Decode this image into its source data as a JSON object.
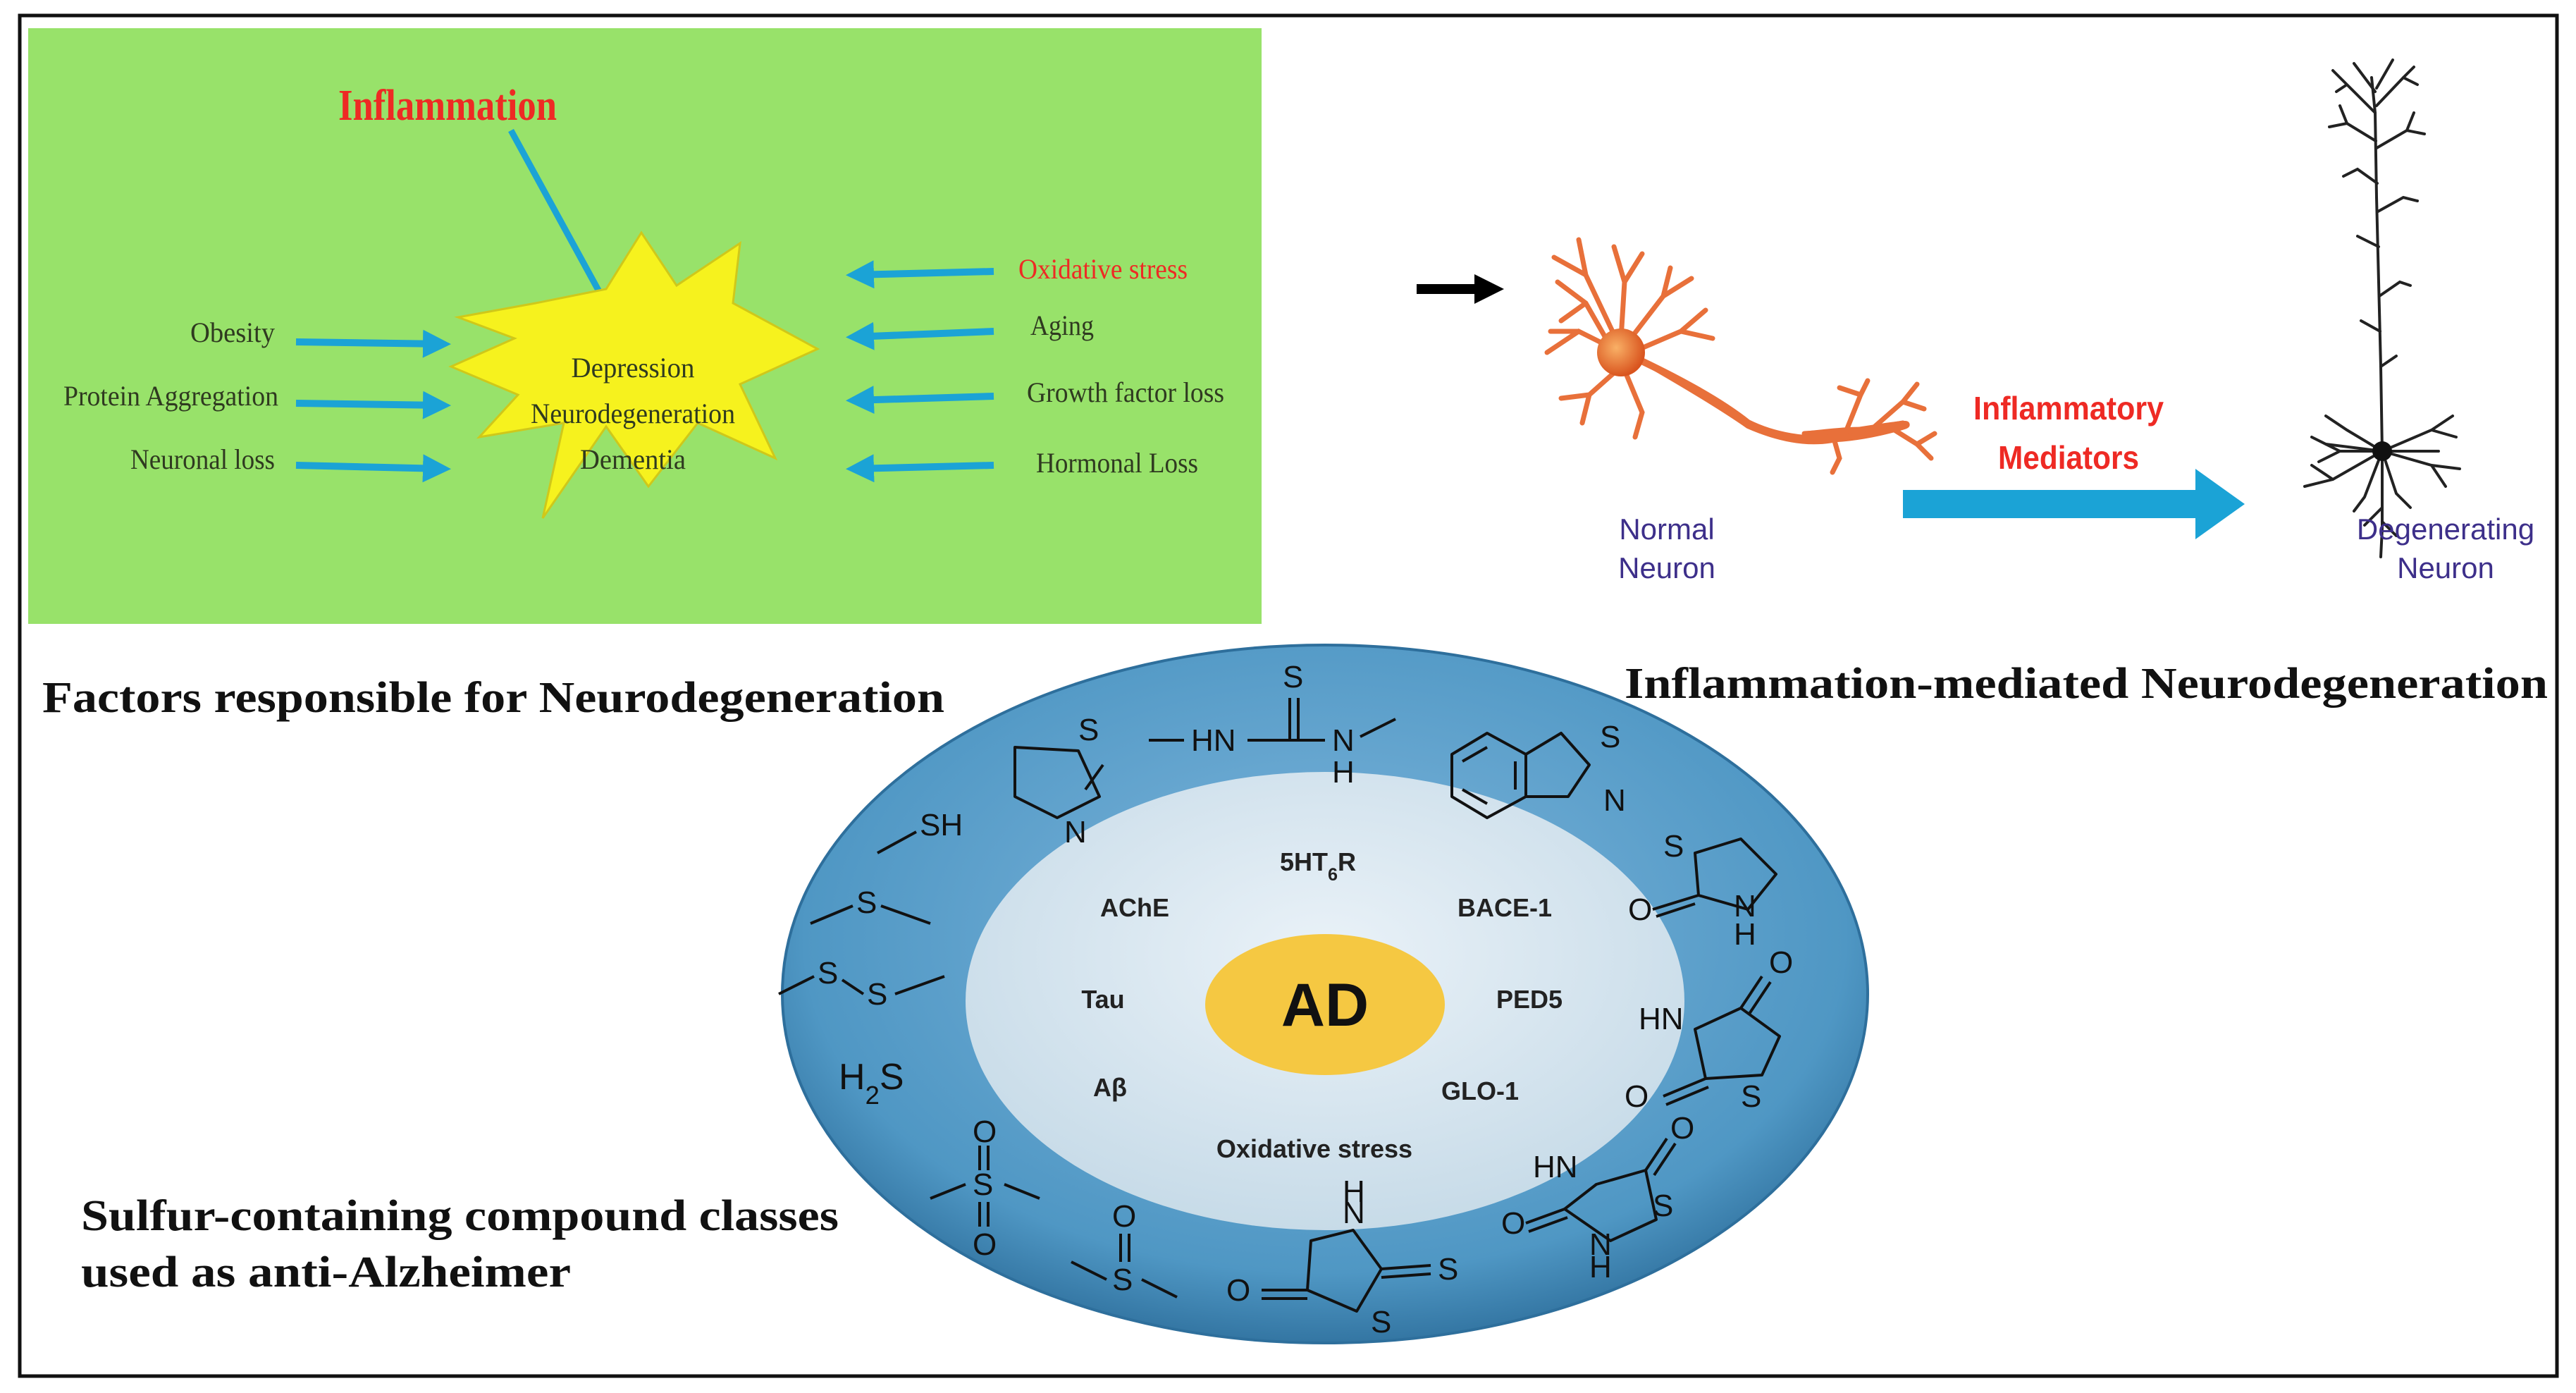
{
  "factors_panel": {
    "caption": "Factors responsible for Neurodegeneration",
    "top_factor": "Inflammation",
    "left_factors": [
      "Obesity",
      "Protein Aggregation",
      "Neuronal loss"
    ],
    "right_factors": [
      "Oxidative stress",
      "Aging",
      "Growth factor loss",
      "Hormonal Loss"
    ],
    "center_lines": [
      "Depression",
      "Neurodegeneration",
      "Dementia"
    ],
    "colors": {
      "background": "#98e26a",
      "highlight": "#ee2a24",
      "arrow": "#1ba3d6",
      "burst": "#f6f21e",
      "text": "#2f3a20"
    }
  },
  "inflammation_panel": {
    "caption": "Inflammation-mediated Neurodegeneration",
    "normal_label": [
      "Normal",
      "Neuron"
    ],
    "degenerating_label": [
      "Degenerating",
      "Neuron"
    ],
    "mediator_label": [
      "Inflammatory",
      "Mediators"
    ],
    "colors": {
      "label": "#3d2f8a",
      "mediator": "#ee2a24",
      "arrow": "#1ba3d6",
      "neuron": "#e8703a"
    }
  },
  "sulfur_panel": {
    "caption_lines": [
      "Sulfur-containing compound classes",
      "used as anti-Alzheimer"
    ],
    "center": "AD",
    "targets": [
      "5HT6R",
      "BACE-1",
      "PED5",
      "GLO-1",
      "Oxidative stress",
      "Aβ",
      "Tau",
      "AChE"
    ],
    "formula": "H2S",
    "colors": {
      "outer_ring": "#4f97c4",
      "inner_disc": "#d6e6f0",
      "center": "#f5c842"
    }
  }
}
